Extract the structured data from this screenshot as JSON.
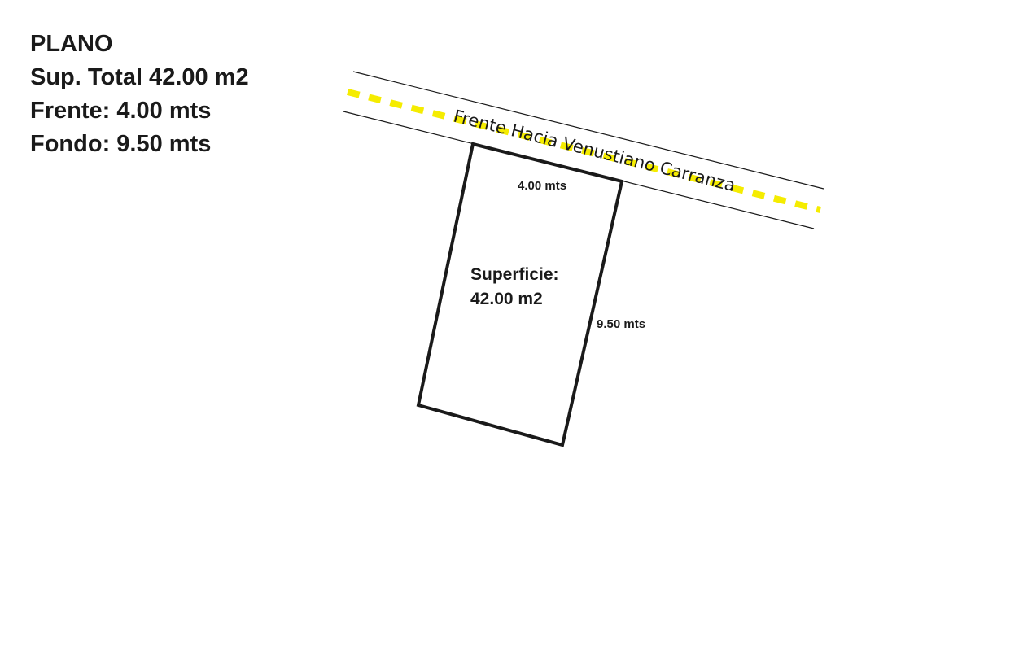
{
  "header": {
    "title": "PLANO",
    "total_area": "Sup. Total 42.00 m2",
    "front": "Frente: 4.00 mts",
    "depth": "Fondo: 9.50 mts"
  },
  "street": {
    "label": "Frente Hacia Venustiano Carranza",
    "centerline_color": "#f5ec00",
    "edge_color": "#1a1a1a"
  },
  "lot": {
    "front_dimension": "4.00 mts",
    "side_dimension": "9.50 mts",
    "area_label": "Superficie:",
    "area_value": "42.00 m2",
    "outline_color": "#1a1a1a"
  }
}
